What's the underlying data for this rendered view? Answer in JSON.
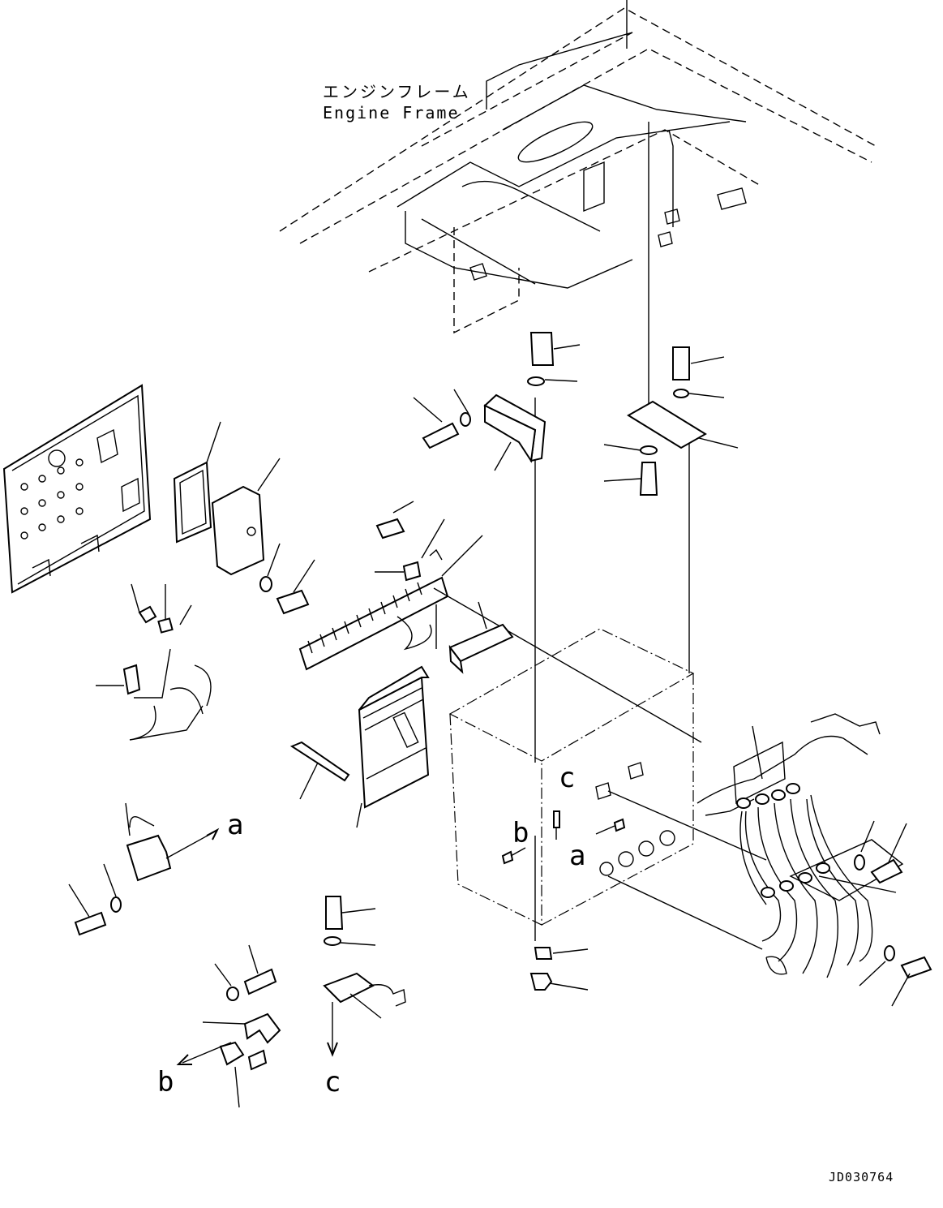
{
  "frame_label": {
    "japanese": "エンジンフレーム",
    "english": "Engine Frame"
  },
  "callouts": [
    "a",
    "a",
    "b",
    "b",
    "c",
    "c"
  ],
  "drawing_code": "JD030764"
}
